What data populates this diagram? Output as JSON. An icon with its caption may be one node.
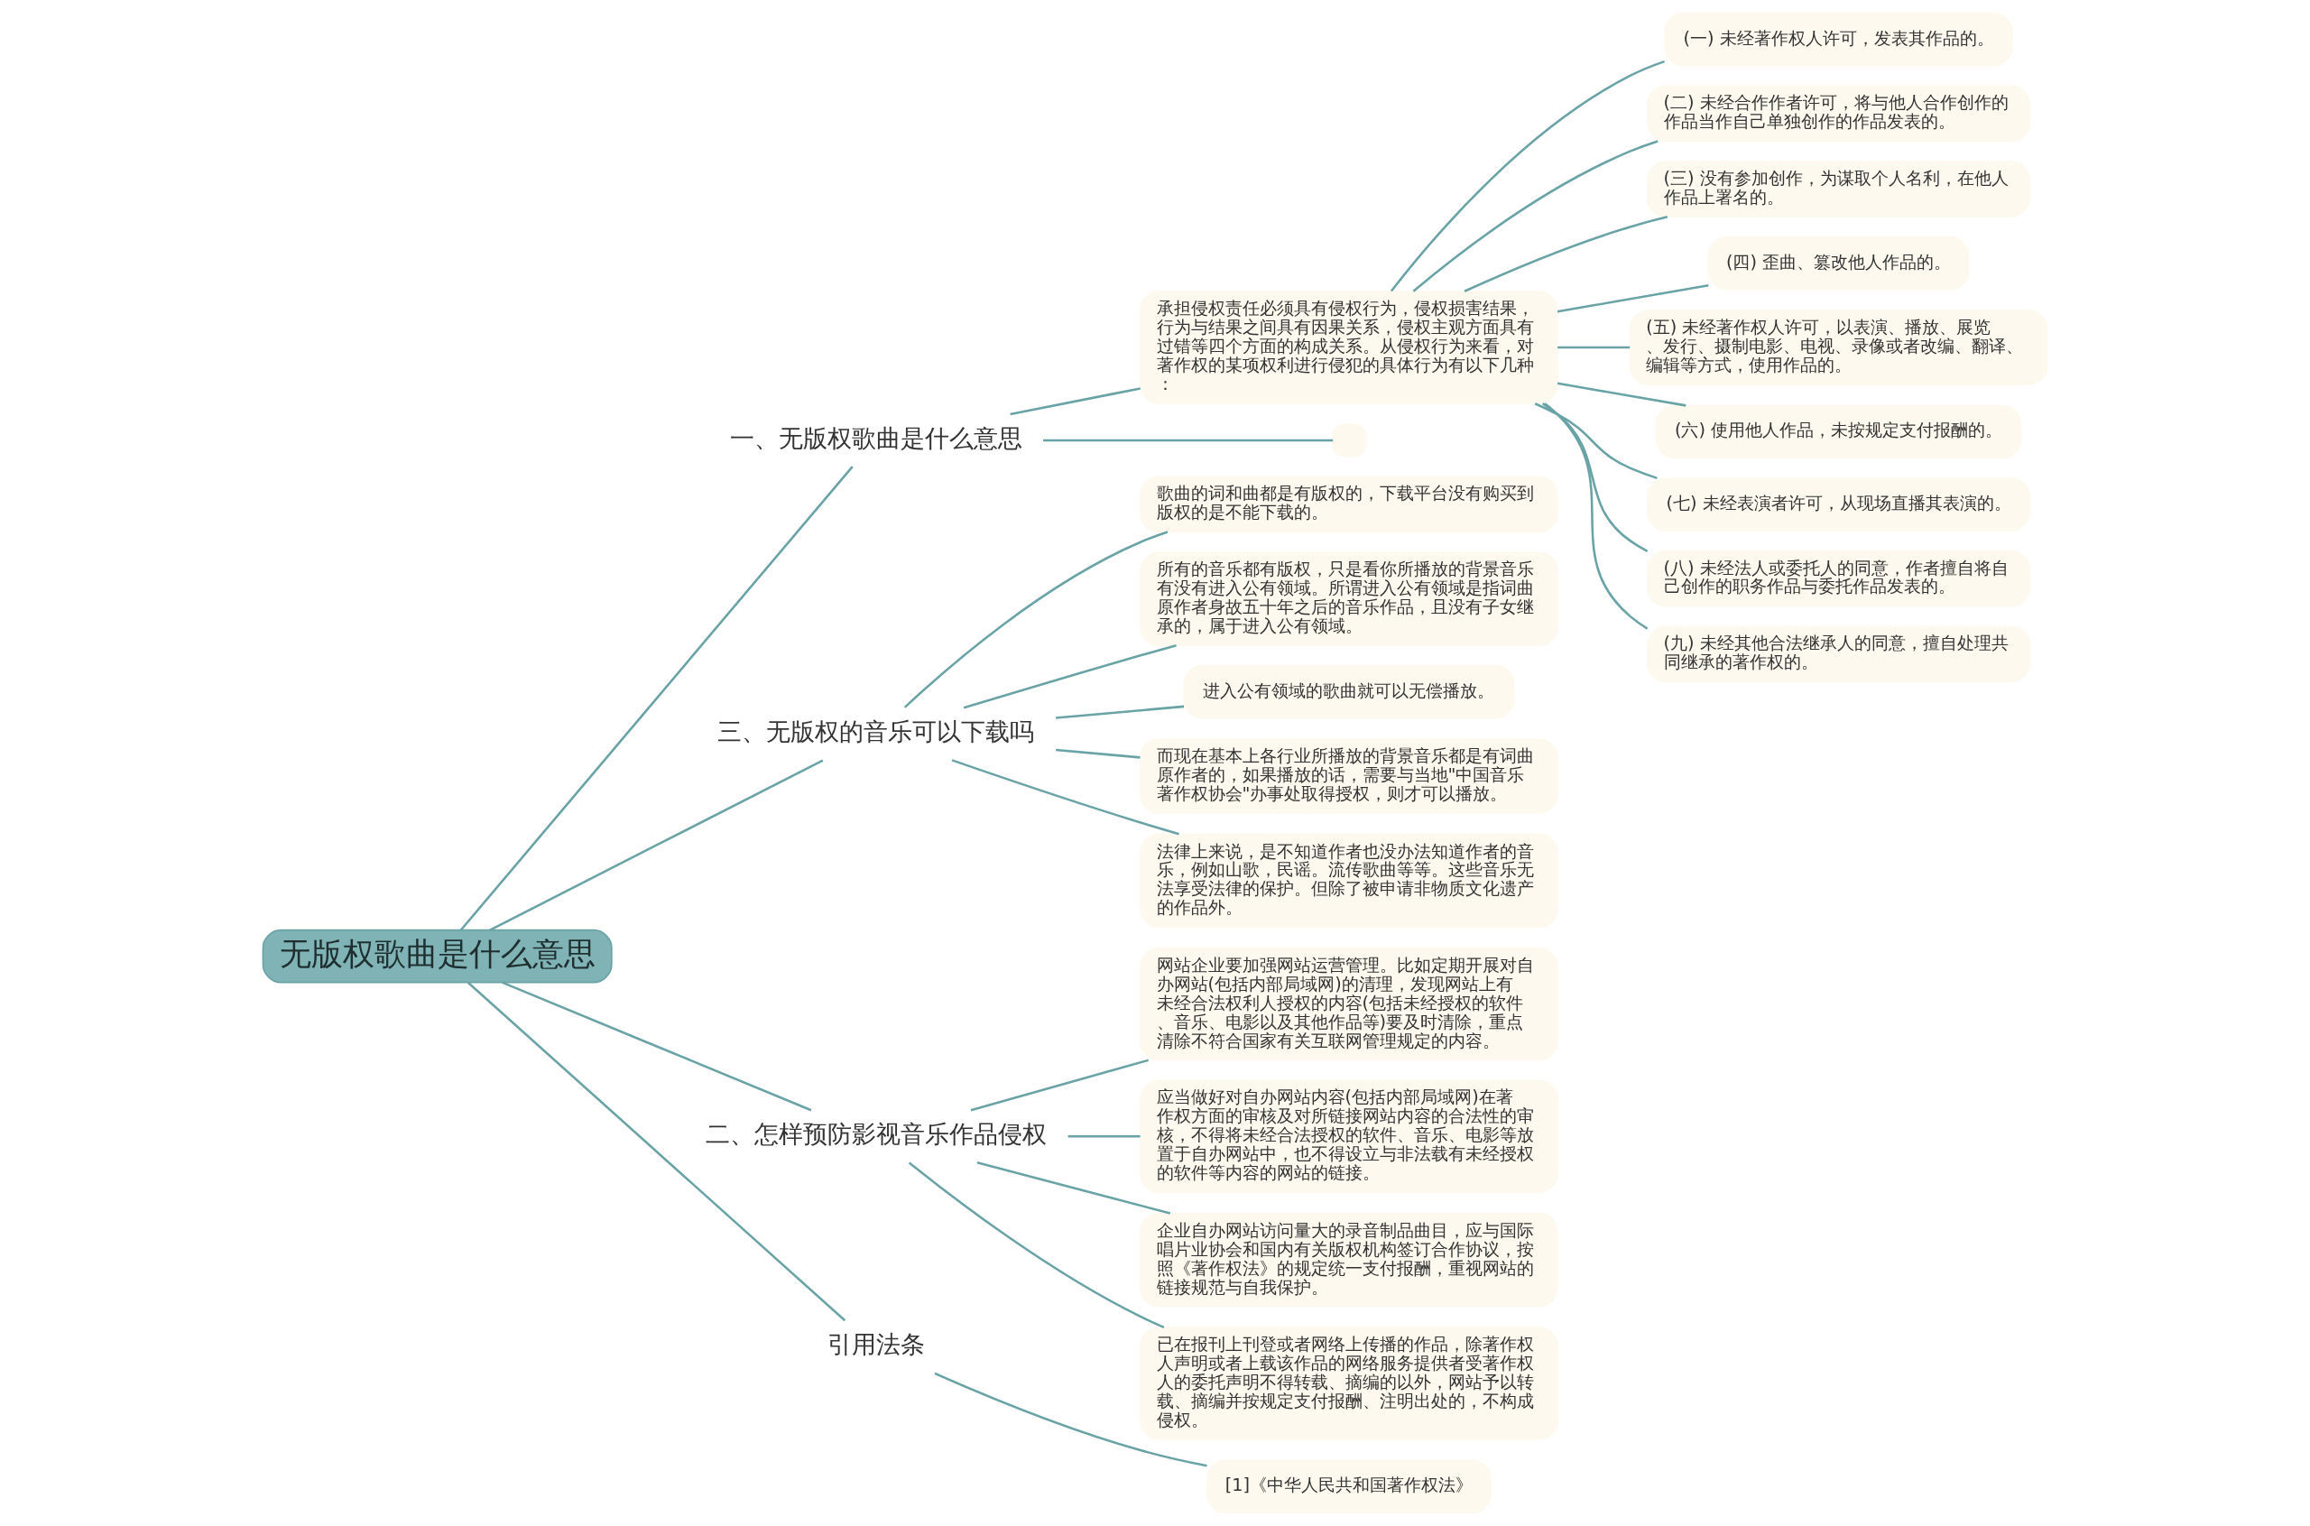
{
  "diagram": {
    "nodes": [
      {
        "text": [
          "无版权歌曲是什么意思"
        ]
      },
      {
        "text": [
          "一、无版权歌曲是什么意思"
        ]
      },
      {
        "text": [
          "承担侵权责任必须具有侵权行为，侵权损害结果，行为与结果之间具有因果关系，侵权主观方面具有过错等四个方面的构成关系。从侵权行为来看，对著作权的某项权利进行侵犯的具体行为有以下几种："
        ]
      },
      {
        "text": [
          "(一) 未经著作权人许可，发表其作品的。"
        ]
      },
      {
        "text": [
          "(二) 未经合作作者许可，将与他人合作创作的作品当作自己单独创作的作品发表的。"
        ]
      },
      {
        "text": [
          "(三) 没有参加创作，为谋取个人名利，在他人作品上署名的。"
        ]
      },
      {
        "text": [
          "(四) 歪曲、篡改他人作品的。"
        ]
      },
      {
        "text": [
          "(五) 未经著作权人许可，以表演、播放、展览、发行、摄制电影、电视、录像或者改编、翻译、编辑等方式，使用作品的。"
        ]
      },
      {
        "text": [
          "(六) 使用他人作品，未按规定支付报酬的。"
        ]
      },
      {
        "text": [
          "(七) 未经表演者许可，从现场直播其表演的。"
        ]
      },
      {
        "text": [
          "(八) 未经法人或委托人的同意，作者擅自将自己创作的职务作品与委托作品发表的。"
        ]
      },
      {
        "text": [
          "(九) 未经其他合法继承人的同意，擅自处理共同继承的著作权的。"
        ]
      },
      {
        "text": [],
        "shape": "box"
      },
      {
        "text": [
          "三、无版权的音乐可以下载吗"
        ]
      },
      {
        "text": [
          "歌曲的词和曲都是有版权的，下载平台没有购买到版权的是不能下载的。"
        ]
      },
      {
        "text": [
          "所有的音乐都有版权，只是看你所播放的背景音乐有没有进入公有领域。所谓进入公有领域是指词曲原作者身故五十年之后的音乐作品，且没有子女继承的，属于进入公有领域。"
        ]
      },
      {
        "text": [
          "进入公有领域的歌曲就可以无偿播放。"
        ]
      },
      {
        "text": [
          "而现在基本上各行业所播放的背景音乐都是有词曲原作者的，如果播放的话，需要与当地\"中国音乐著作权协会\"办事处取得授权，则才可以播放。"
        ]
      },
      {
        "text": [
          "法律上来说，是不知道作者也没办法知道作者的音乐，例如山歌，民谣。流传歌曲等等。这些音乐无法享受法律的保护。但除了被申请非物质文化遗产的作品外。"
        ]
      },
      {
        "text": [
          "二、怎样预防影视音乐作品侵权"
        ]
      },
      {
        "text": [
          "网站企业要加强网站运营管理。比如定期开展对自办网站(包括内部局域网)的清理，发现网站上有未经合法权利人授权的内容(包括未经授权的软件、音乐、电影以及其他作品等)要及时清除，重点清除不符合国家有关互联网管理规定的内容。"
        ]
      },
      {
        "text": [
          "应当做好对自办网站内容(包括内部局域网)在著作权方面的审核及对所链接网站内容的合法性的审核，不得将未经合法授权的软件、音乐、电影等放置于自办网站中，也不得设立与非法载有未经授权的软件等内容的网站的链接。"
        ]
      },
      {
        "text": [
          "企业自办网站访问量大的录音制品曲目，应与国际唱片业协会和国内有关版权机构签订合作协议，按照《著作权法》的规定统一支付报酬，重视网站的链接规范与自我保护。"
        ]
      },
      {
        "text": [
          "已在报刊上刊登或者网络上传播的作品，除著作权人声明或者上载该作品的网络服务提供者受著作权人的委托声明不得转载、摘编的以外，网站予以转载、摘编并按规定支付报酬、注明出处的，不构成侵权。"
        ]
      },
      {
        "text": [
          "引用法条"
        ]
      },
      {
        "text": [
          "[1]《中华人民共和国著作权法》"
        ]
      }
    ],
    "edges": [
      {
        "from": 0,
        "to": 1,
        "arrow": "none"
      },
      {
        "from": 1,
        "to": 2,
        "arrow": "none"
      },
      {
        "from": 2,
        "to": 3,
        "arrow": "none"
      },
      {
        "from": 2,
        "to": 4,
        "arrow": "none"
      },
      {
        "from": 2,
        "to": 5,
        "arrow": "none"
      },
      {
        "from": 2,
        "to": 6,
        "arrow": "none"
      },
      {
        "from": 2,
        "to": 7,
        "arrow": "none"
      },
      {
        "from": 2,
        "to": 8,
        "arrow": "none"
      },
      {
        "from": 2,
        "to": 9,
        "arrow": "none"
      },
      {
        "from": 2,
        "to": 10,
        "arrow": "none"
      },
      {
        "from": 2,
        "to": 11,
        "arrow": "none"
      },
      {
        "from": 1,
        "to": 12,
        "arrow": "none"
      },
      {
        "from": 0,
        "to": 13,
        "arrow": "none"
      },
      {
        "from": 13,
        "to": 14,
        "arrow": "none"
      },
      {
        "from": 13,
        "to": 15,
        "arrow": "none"
      },
      {
        "from": 13,
        "to": 16,
        "arrow": "none"
      },
      {
        "from": 13,
        "to": 17,
        "arrow": "none"
      },
      {
        "from": 13,
        "to": 18,
        "arrow": "none"
      },
      {
        "from": 0,
        "to": 19,
        "arrow": "none"
      },
      {
        "from": 19,
        "to": 20,
        "arrow": "none"
      },
      {
        "from": 19,
        "to": 21,
        "arrow": "none"
      },
      {
        "from": 19,
        "to": 22,
        "arrow": "none"
      },
      {
        "from": 19,
        "to": 23,
        "arrow": "none"
      },
      {
        "from": 0,
        "to": 24,
        "arrow": "none"
      },
      {
        "from": 24,
        "to": 25,
        "arrow": "none"
      }
    ]
  }
}
